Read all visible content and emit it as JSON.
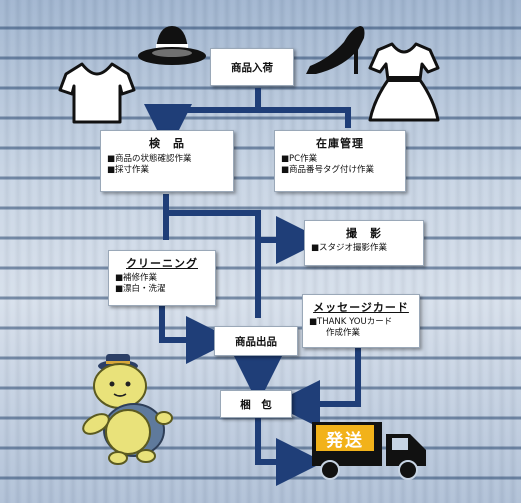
{
  "nodes": {
    "intake": {
      "title": "商品入荷"
    },
    "inspection": {
      "title": "検　品",
      "lines": [
        "■商品の状態確認作業",
        "■採寸作業"
      ]
    },
    "inventory": {
      "title": "在庫管理",
      "lines": [
        "■PC作業",
        "■商品番号タグ付け作業"
      ]
    },
    "photography": {
      "title": "撮　影",
      "lines": [
        "■スタジオ撮影作業"
      ]
    },
    "cleaning": {
      "title": "クリーニング",
      "lines": [
        "■補修作業",
        "■漂白・洗濯"
      ]
    },
    "message_card": {
      "title": "メッセージカード",
      "lines": [
        "■THANK YOUカード",
        "　　作成作業"
      ]
    },
    "listing": {
      "title": "商品出品"
    },
    "packing": {
      "title": "梱　包"
    }
  },
  "truck": {
    "label": "発送"
  },
  "colors": {
    "arrow": "#1f3e78",
    "truck_label_bg": "#f2b21a",
    "box_border": "#9aa8b8"
  },
  "icons": [
    "t-shirt-icon",
    "hat-icon",
    "high-heel-icon",
    "dress-icon",
    "turtle-mascot-icon",
    "delivery-truck-icon"
  ]
}
